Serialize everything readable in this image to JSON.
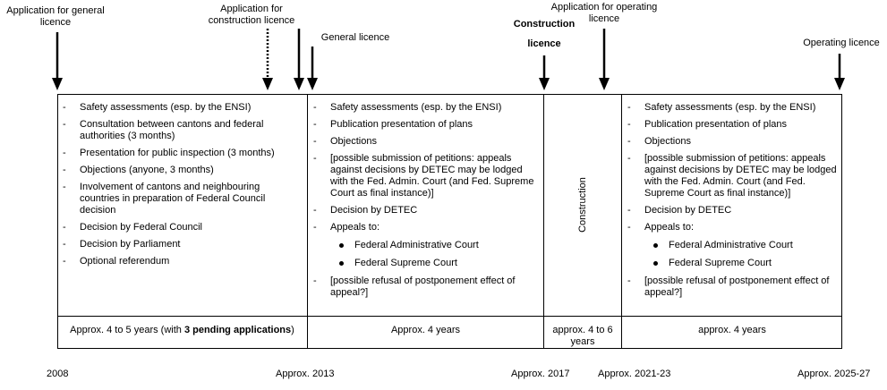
{
  "milestones": {
    "general_application": "Application for general licence",
    "construction_application": "Application for construction licence",
    "general_licence": "General licence",
    "construction_licence": "Construction licence",
    "operating_application": "Application for operating licence",
    "operating_licence": "Operating licence"
  },
  "phase1": {
    "items": [
      "Safety assessments (esp. by the ENSI)",
      "Consultation between cantons and federal authorities (3 months)",
      "Presentation for public inspection (3 months)",
      "Objections (anyone, 3 months)",
      "Involvement of cantons and neighbouring countries in preparation of Federal Council decision",
      "Decision by Federal Council",
      "Decision by Parliament",
      "Optional referendum"
    ],
    "duration_prefix": "Approx. 4 to 5 years (with ",
    "duration_bold": "3 pending applications",
    "duration_suffix": ")"
  },
  "phase2": {
    "items": [
      "Safety assessments (esp. by the ENSI)",
      "Publication presentation of plans",
      "Objections",
      "[possible submission of petitions: appeals against decisions by DETEC may be lodged with the Fed. Admin. Court (and Fed. Supreme Court as final instance)]",
      "Decision by DETEC",
      "Appeals to:"
    ],
    "courts": [
      "Federal Administrative Court",
      "Federal Supreme Court"
    ],
    "last_item": "[possible refusal of postponement effect of appeal?]",
    "duration": "Approx. 4 years"
  },
  "construction": {
    "label": "Construction",
    "duration": "approx. 4 to 6 years"
  },
  "phase3": {
    "items": [
      "Safety assessments (esp. by the ENSI)",
      "Publication presentation of plans",
      "Objections",
      "[possible submission of petitions: appeals against decisions by DETEC may be lodged with the Fed. Admin. Court (and Fed. Supreme Court as final instance)]",
      "Decision by DETEC",
      "Appeals to:"
    ],
    "courts": [
      "Federal Administrative Court",
      "Federal Supreme Court"
    ],
    "last_item": "[possible refusal of postponement effect of appeal?]",
    "duration": "approx. 4 years"
  },
  "dates": {
    "d2008": "2008",
    "d2013": "Approx. 2013",
    "d2017": "Approx. 2017",
    "d2021": "Approx. 2021-23",
    "d2025": "Approx. 2025-27"
  }
}
